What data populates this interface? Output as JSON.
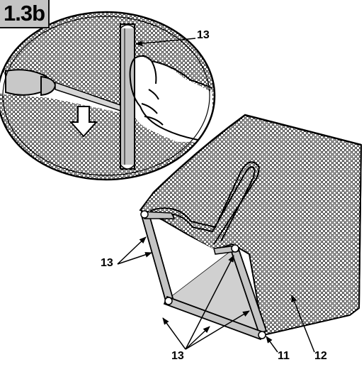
{
  "figure_label": "1.3b",
  "callouts": {
    "inset_13": "13",
    "left_13": "13",
    "bottom_13": "13",
    "label_11": "11",
    "label_12": "12"
  }
}
